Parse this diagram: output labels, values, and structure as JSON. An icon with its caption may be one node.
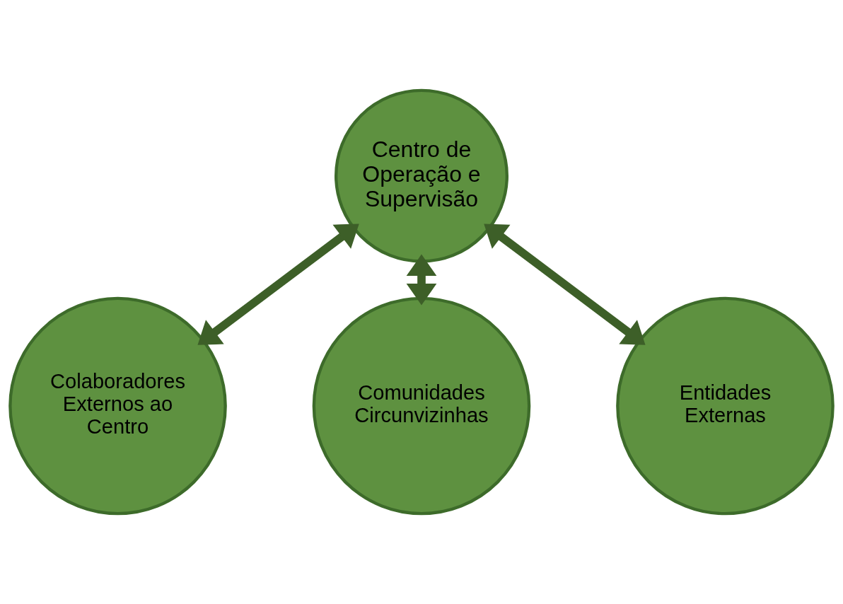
{
  "diagram": {
    "nodes": [
      {
        "text": [
          "Colaboradores Externos ao Centro"
        ]
      },
      {
        "text": [
          "Centro de Operação e Supervisão"
        ]
      },
      {
        "text": [
          "Comunidades Circunvizinhas"
        ]
      },
      {
        "text": [
          "Entidades Externas"
        ]
      }
    ],
    "edges": [
      {
        "from": 1,
        "to": 0,
        "arrow": "both"
      },
      {
        "from": 1,
        "to": 2,
        "arrow": "both"
      },
      {
        "from": 1,
        "to": 3,
        "arrow": "both"
      }
    ]
  }
}
